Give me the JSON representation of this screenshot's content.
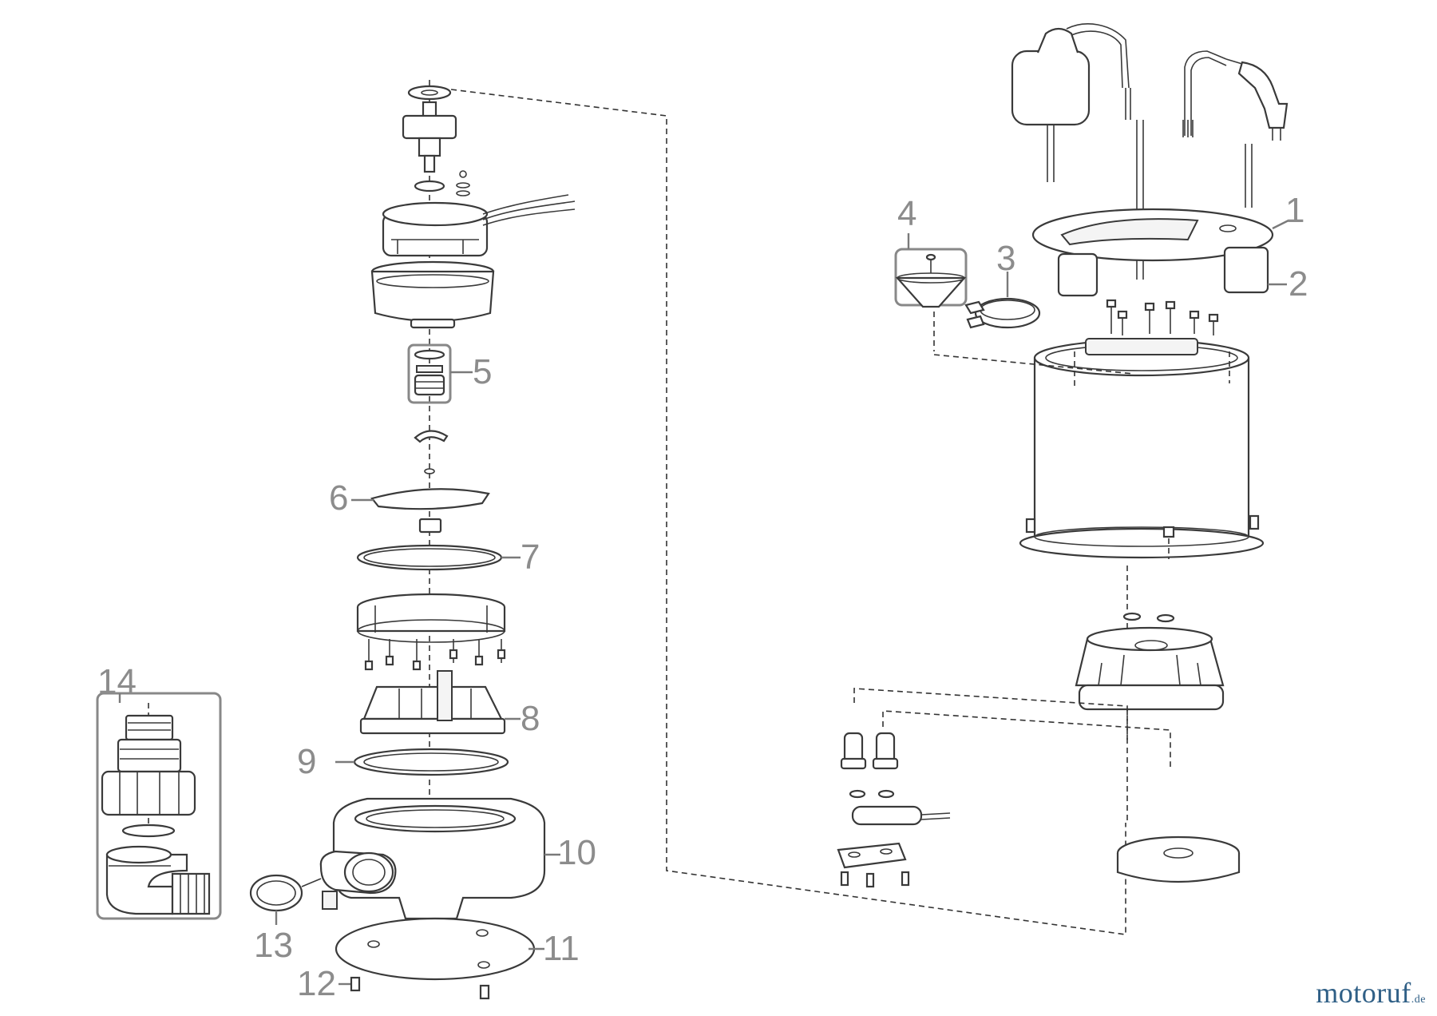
{
  "callouts": {
    "c1": "1",
    "c2": "2",
    "c3": "3",
    "c4": "4",
    "c5": "5",
    "c6": "6",
    "c7": "7",
    "c8": "8",
    "c9": "9",
    "c10": "10",
    "c11": "11",
    "c12": "12",
    "c13": "13",
    "c14": "14"
  },
  "watermark": {
    "main": "motoruf",
    "suffix": ".de"
  },
  "colors": {
    "callout": "#8c8c8c",
    "line": "#3a3a3a",
    "watermark": "#2f5f86"
  }
}
